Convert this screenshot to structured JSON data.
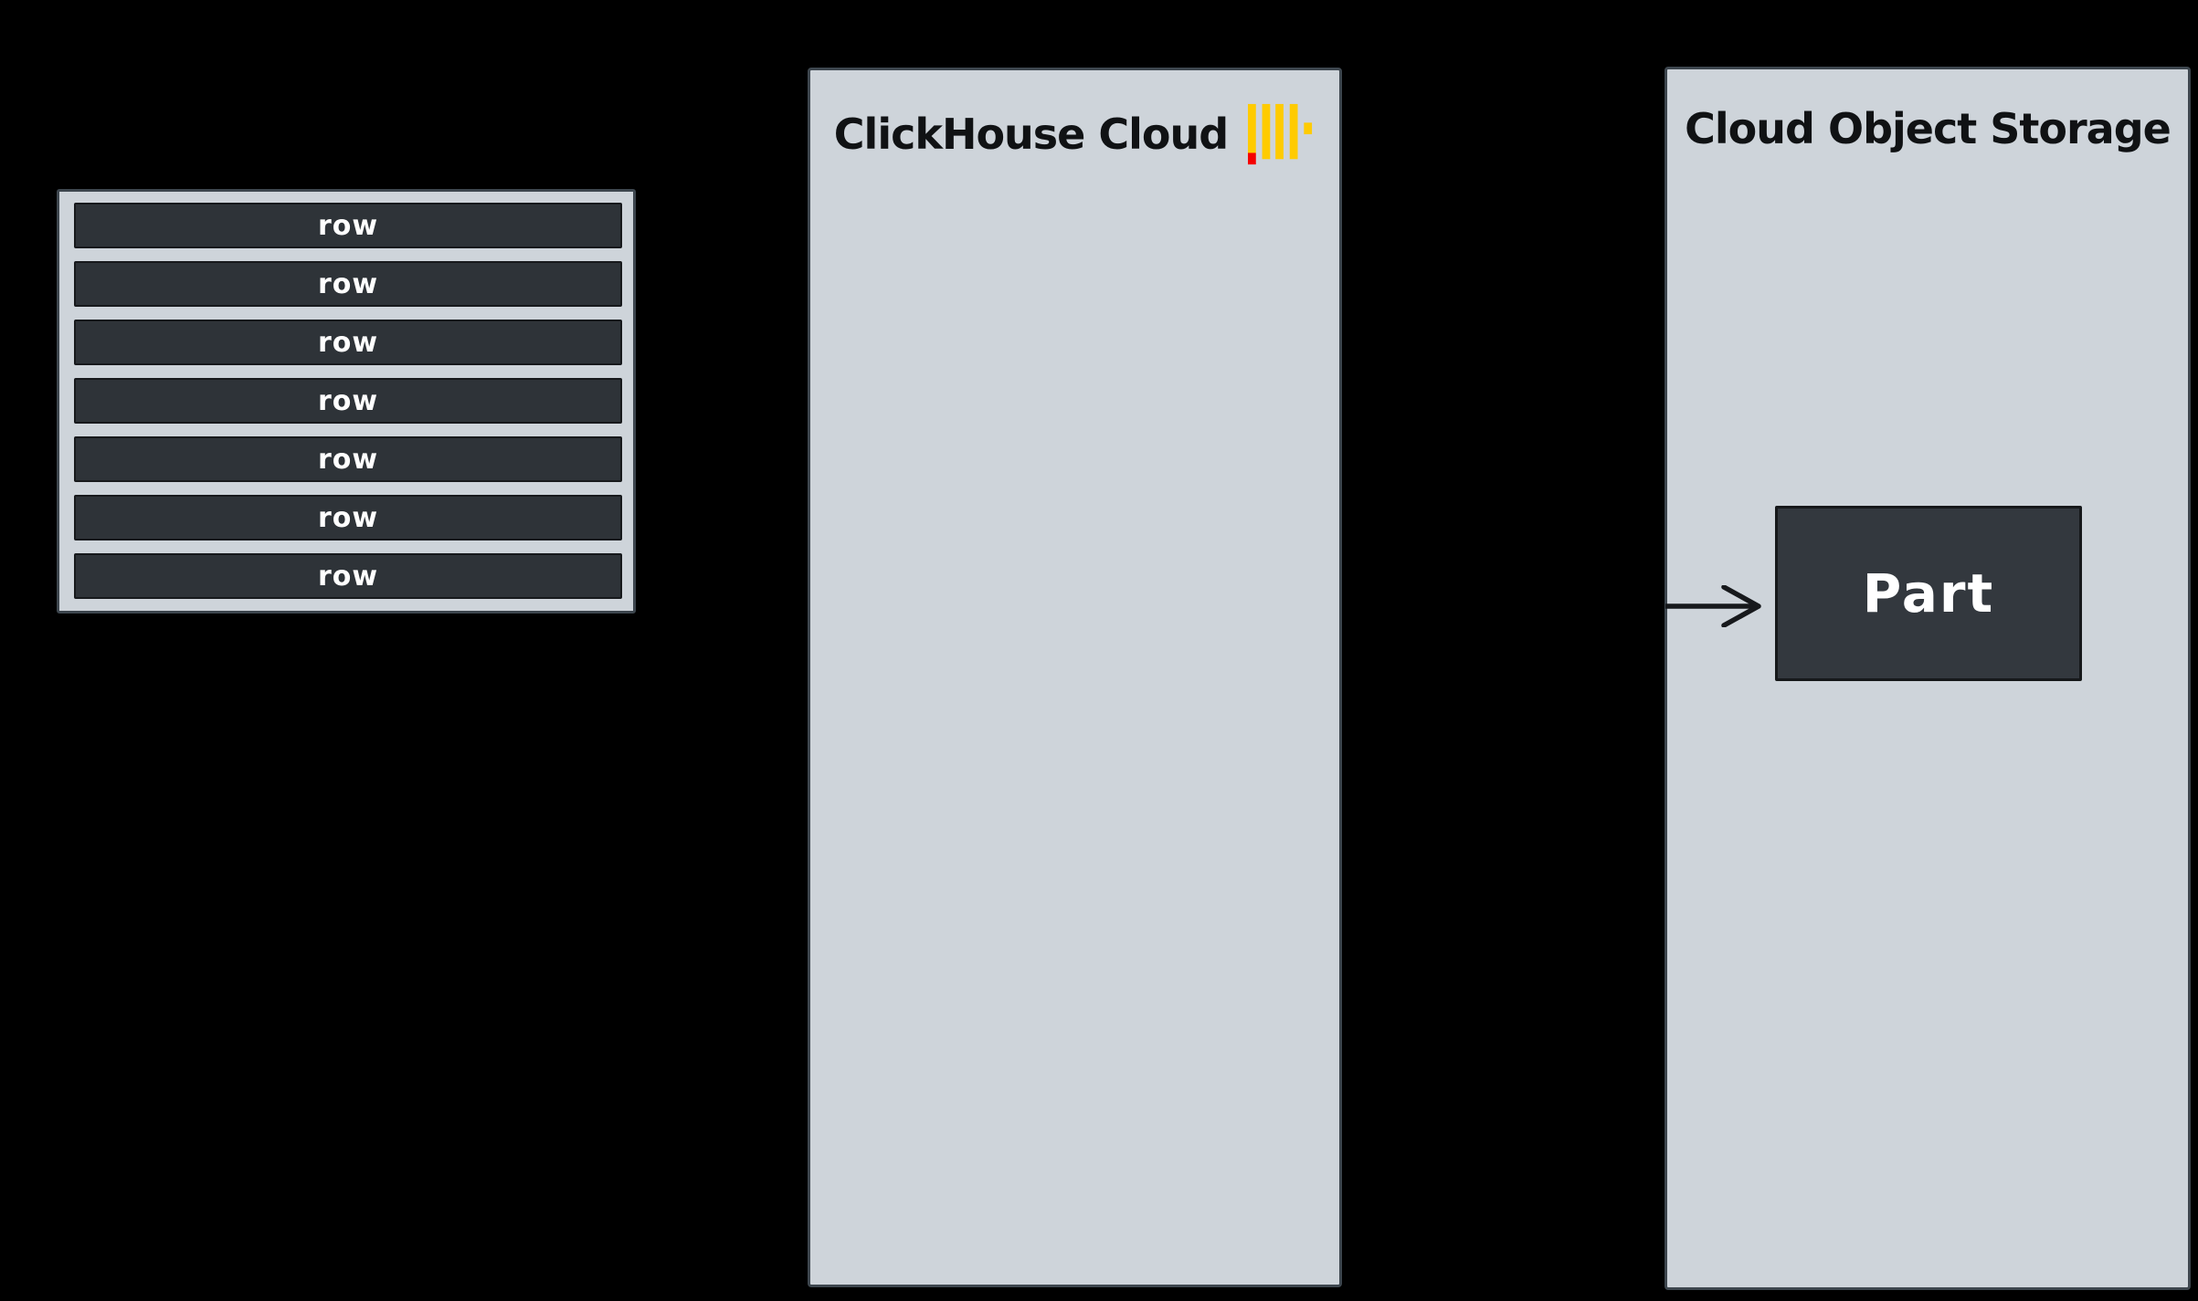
{
  "background": "#000000",
  "row_block": {
    "rows": [
      "row",
      "row",
      "row",
      "row",
      "row",
      "row",
      "row"
    ]
  },
  "clickhouse_panel": {
    "title": "ClickHouse Cloud",
    "logo": "clickhouse-logo"
  },
  "storage_panel": {
    "title": "Cloud Object Storage",
    "part": {
      "label": "Part"
    }
  },
  "colors": {
    "bg": "#000000",
    "panel_fill": "#ced4da",
    "panel_border": "#3d464e",
    "row_fill": "#2e3338",
    "row_border": "#17191c",
    "row_text": "#ffffff",
    "part_fill": "#33383e",
    "part_border": "#16181a",
    "part_text": "#ffffff",
    "title_text": "#101214",
    "logo_yellow": "#ffcb00",
    "logo_red": "#f50000",
    "arrow_stroke": "#17191c"
  }
}
